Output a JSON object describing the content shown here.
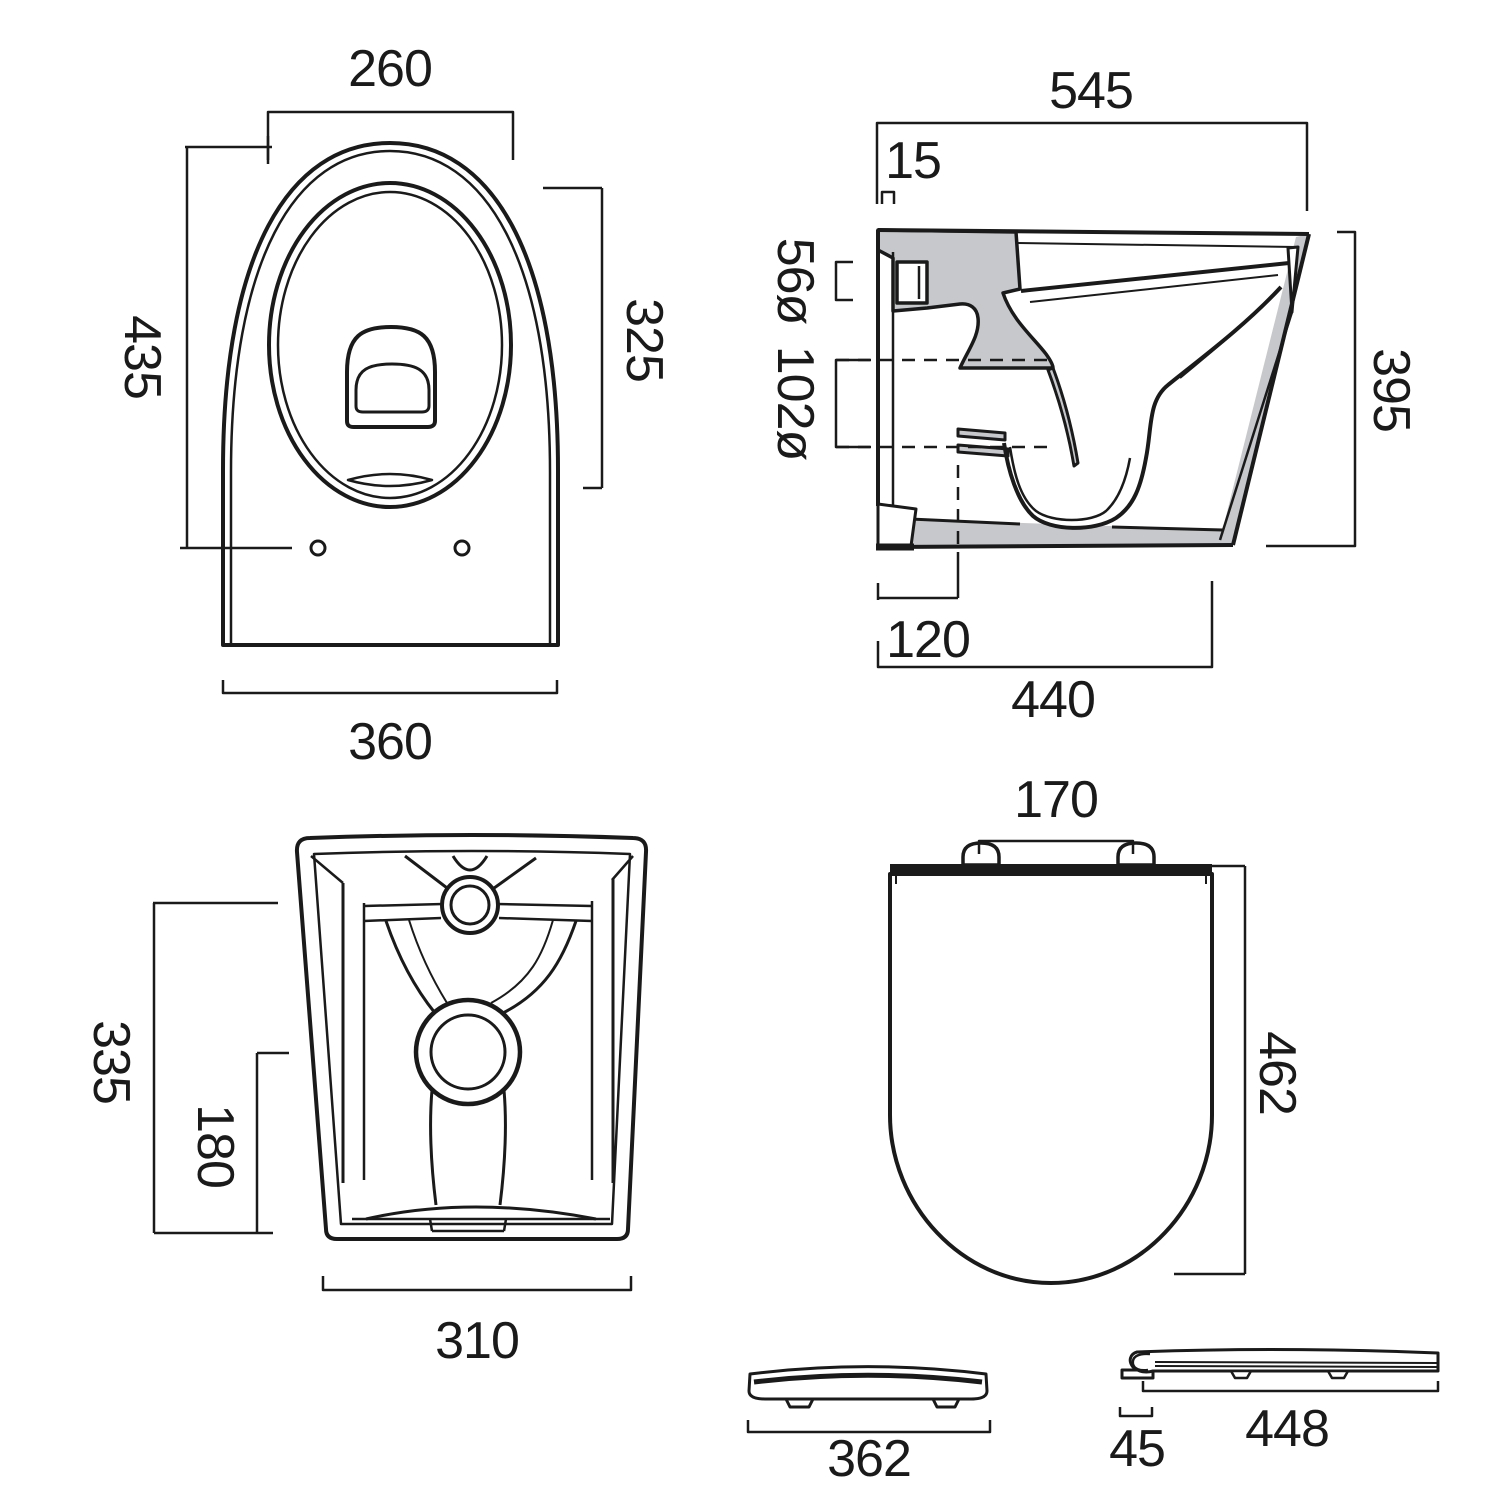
{
  "drawing": {
    "title": "Toilet pan and seat dimension drawing",
    "colors": {
      "line": "#1a1a1a",
      "section_fill": "#c6c8cb",
      "background": "#ffffff"
    },
    "plan_view": {
      "dim_top": "260",
      "dim_left": "435",
      "dim_right": "325",
      "dim_bottom": "360"
    },
    "side_view": {
      "dim_width": "545",
      "dim_offset": "15",
      "dim_inlet": "56ø",
      "dim_outlet": "102ø",
      "dim_height": "395",
      "dim_setout": "120",
      "dim_depth": "440"
    },
    "rear_view": {
      "dim_inlet_height": "335",
      "dim_outlet_height": "180",
      "dim_width": "310"
    },
    "seat_view": {
      "dim_hinge_centres": "170",
      "dim_length": "462"
    },
    "seat_front_view": {
      "dim_width": "362"
    },
    "seat_side_view": {
      "dim_hinge": "45",
      "dim_length": "448"
    }
  }
}
